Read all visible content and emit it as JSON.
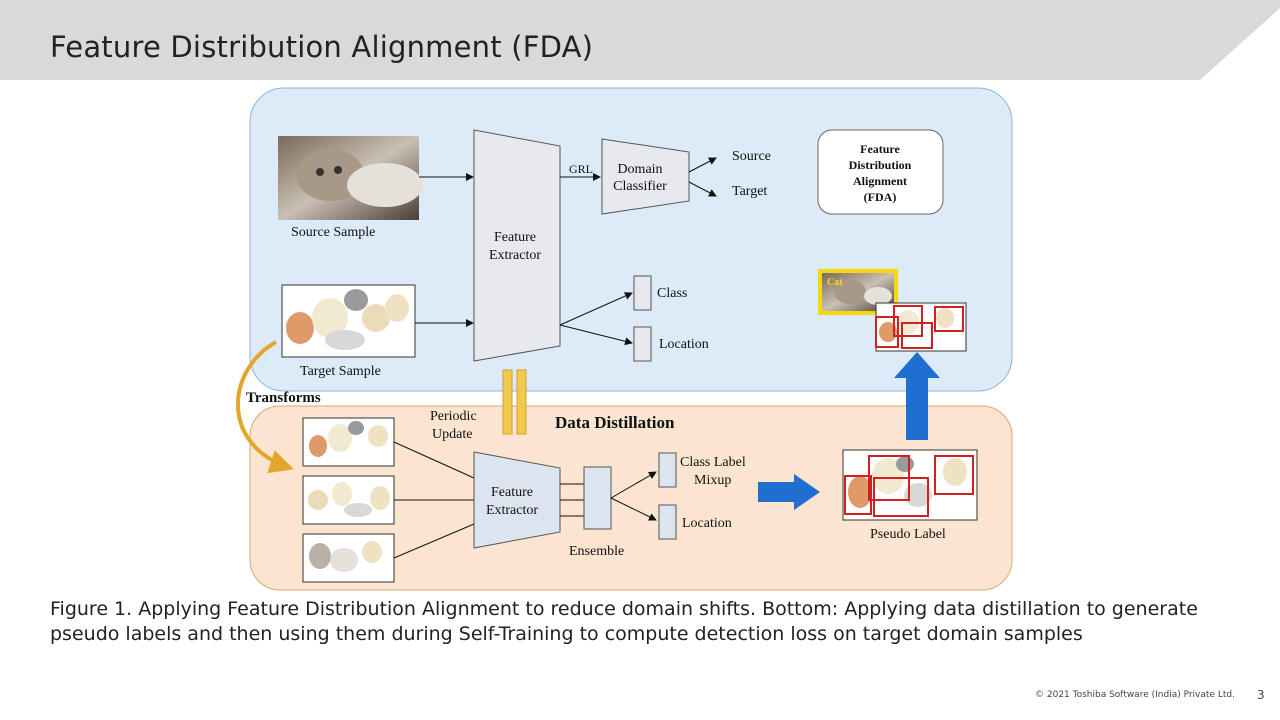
{
  "slide": {
    "title": "Feature Distribution Alignment (FDA)",
    "caption": "Figure 1. Applying Feature Distribution Alignment to reduce domain shifts. Bottom: Applying data distillation to generate pseudo labels and then using them during Self-Training to compute detection loss on target domain samples",
    "footer": "© 2021 Toshiba Software (India) Private Ltd.",
    "page_number": "3"
  },
  "diagram": {
    "source_sample_label": "Source Sample",
    "target_sample_label": "Target Sample",
    "feature_extractor_top": [
      "Feature",
      "Extractor"
    ],
    "grl_label": "GRL",
    "domain_classifier": [
      "Domain",
      "Classifier"
    ],
    "source_output": "Source",
    "target_output": "Target",
    "fda_box": [
      "Feature",
      "Distribution",
      "Alignment",
      "(FDA)"
    ],
    "class_output": "Class",
    "location_output": "Location",
    "cat_tag": "Cat",
    "transforms_label": "Transforms",
    "periodic_update": [
      "Periodic",
      "Update"
    ],
    "data_distillation_title": "Data Distillation",
    "feature_extractor_bottom": [
      "Feature",
      "Extractor"
    ],
    "ensemble_label": "Ensemble",
    "class_label_mixup": [
      "Class Label",
      "Mixup"
    ],
    "location_bottom": "Location",
    "pseudo_label": "Pseudo Label"
  },
  "colors": {
    "title_band": "#d9d9d9",
    "top_panel": "#dcebf7",
    "bottom_panel": "#fbe5d0",
    "trapezoid_fill": "#e7e9ee",
    "yellow_bar": "#f2c94c",
    "blue_arrow": "#1f6fd1",
    "orange_arrow": "#e3a52a",
    "bbox_red": "#d22020"
  }
}
